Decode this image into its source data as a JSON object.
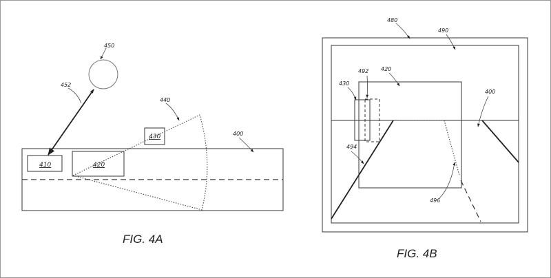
{
  "fig_4a": {
    "caption": "FIG. 4A",
    "refs": {
      "r450": "450",
      "r452": "452",
      "r440": "440",
      "r400": "400"
    },
    "boxes": {
      "b410": "410",
      "b420": "420",
      "b430": "430"
    }
  },
  "fig_4b": {
    "caption": "FIG. 4B",
    "refs": {
      "r480": "480",
      "r490": "490",
      "r492": "492",
      "r420": "420",
      "r430": "430",
      "r400": "400",
      "r494": "494",
      "r496": "496"
    }
  },
  "colors": {
    "line": "#222222",
    "border": "#9a9a9a",
    "background": "#ffffff"
  }
}
